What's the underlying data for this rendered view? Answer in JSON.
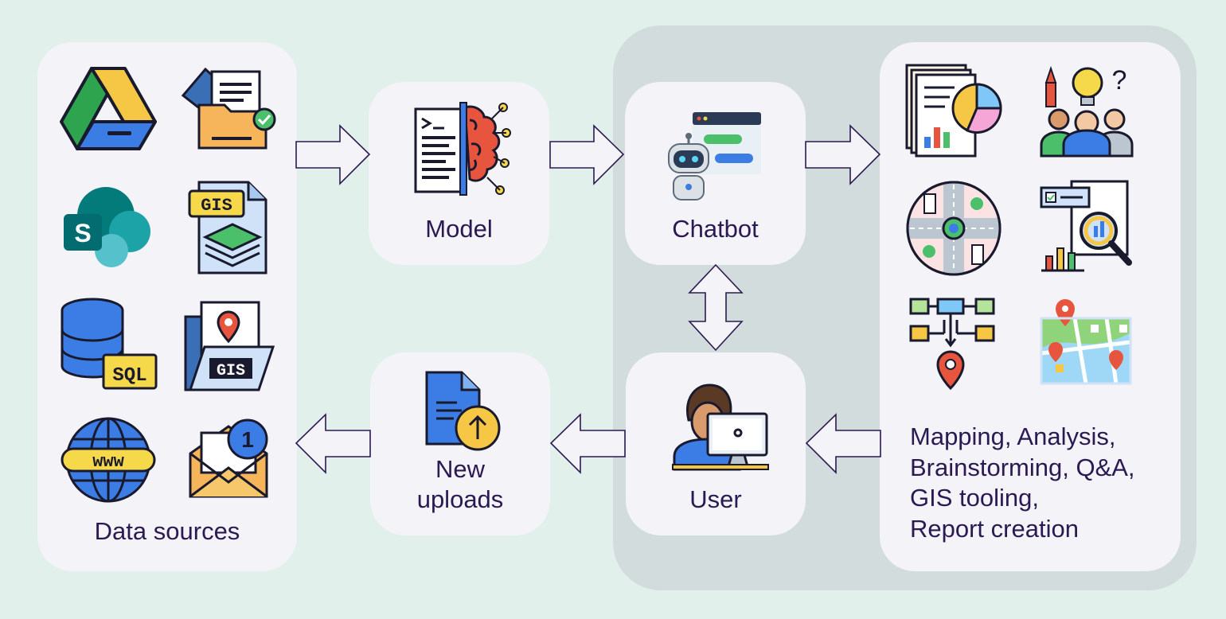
{
  "nodes": {
    "data_sources": {
      "label": "Data sources"
    },
    "model": {
      "label": "Model"
    },
    "chatbot": {
      "label": "Chatbot"
    },
    "new_uploads": {
      "label": "New\nuploads"
    },
    "user": {
      "label": "User"
    }
  },
  "outputs_label": "Mapping, Analysis,\nBrainstorming, Q&A,\nGIS tooling,\nReport creation",
  "icon_text": {
    "gis_file": "GIS",
    "sql": "SQL",
    "gis_folder": "GIS",
    "www": "www",
    "sharepoint": "S",
    "mail_badge": "1"
  },
  "colors": {
    "background": "#e2f0ec",
    "panel": "#f3f3f8",
    "group": "#d2dcdc",
    "text": "#2b1a52",
    "arrow_fill": "#f3f3f8",
    "arrow_stroke": "#2b1a52"
  },
  "icons": [
    "google-drive-icon",
    "file-folder-check-icon",
    "sharepoint-icon",
    "gis-file-icon",
    "sql-database-icon",
    "gis-folder-icon",
    "www-globe-icon",
    "email-notification-icon",
    "model-brain-icon",
    "chatbot-robot-icon",
    "upload-file-icon",
    "user-computer-icon",
    "report-chart-icon",
    "brainstorm-people-icon",
    "road-map-icon",
    "analysis-magnifier-icon",
    "flowchart-location-icon",
    "city-map-icon"
  ]
}
